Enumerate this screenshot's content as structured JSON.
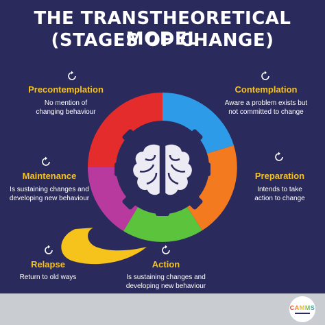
{
  "title_line1": "THE TRANSTHEORETICAL MODEL",
  "title_line2": "(STAGES OF CHANGE)",
  "stages": [
    {
      "name": "Precontemplation",
      "desc1": "No mention of",
      "desc2": "changing behaviour",
      "color": "#e42c2c"
    },
    {
      "name": "Contemplation",
      "desc1": "Aware a problem exists but",
      "desc2": "not committed to change",
      "color": "#2d9be8"
    },
    {
      "name": "Preparation",
      "desc1": "Intends to take",
      "desc2": "action to change",
      "color": "#f47a20"
    },
    {
      "name": "Action",
      "desc1": "Is sustaining changes and",
      "desc2": "developing new behaviour",
      "color": "#5cc43c"
    },
    {
      "name": "Maintenance",
      "desc1": "Is sustaining changes and",
      "desc2": "developing new behaviour",
      "color": "#b93a9e"
    },
    {
      "name": "Relapse",
      "desc1": "Return to old ways",
      "desc2": "",
      "color": "#f6c21c"
    }
  ],
  "accent_title_color": "#f6c21c",
  "background_color": "#2b2a5c",
  "logo_text": "CAMMS",
  "icons": [
    "cycle-icon",
    "brain-icon",
    "gear-icon"
  ]
}
